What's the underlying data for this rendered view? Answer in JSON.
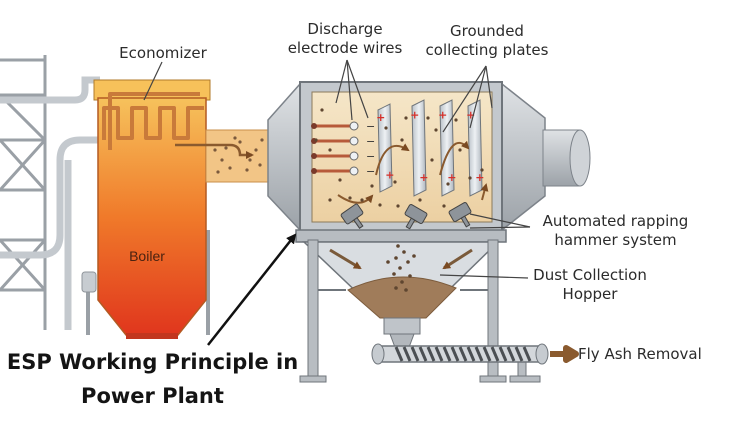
{
  "diagram": {
    "title": "ESP Working Principle in Power Plant",
    "title_lines": [
      "ESP Working Principle in",
      "Power Plant"
    ],
    "labels": {
      "economizer": "Economizer",
      "discharge_wires": [
        "Discharge",
        "electrode wires"
      ],
      "collecting_plates": [
        "Grounded",
        "collecting plates"
      ],
      "rapping_hammer": [
        "Automated rapping",
        "hammer system"
      ],
      "hopper": [
        "Dust Collection",
        "Hopper"
      ],
      "fly_ash": "Fly Ash Removal",
      "boiler": "Boiler"
    },
    "plate_charge_symbol": "+",
    "wire_charge_symbol": "−",
    "colors": {
      "boiler_top": "#f3b24a",
      "boiler_mid": "#f07a2a",
      "boiler_bottom": "#e23a1f",
      "chamber_fill": "#f3ddb8",
      "casing": "#c9cdd1",
      "casing_dark": "#8f959b",
      "plate": "#d7dde3",
      "plus": "#d6302a",
      "ash": "#9c7a59",
      "arrow": "#111111"
    }
  }
}
